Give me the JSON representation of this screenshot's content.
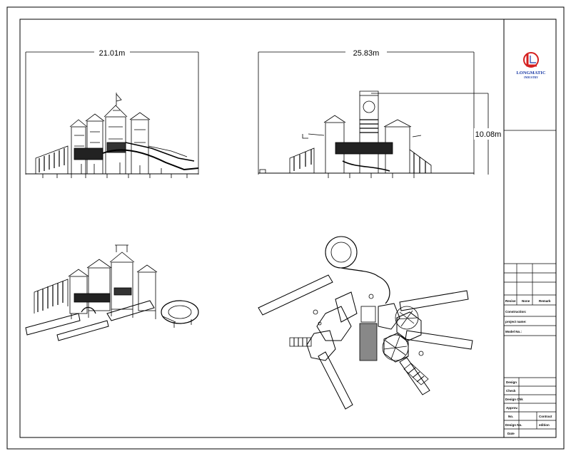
{
  "company": {
    "name": "LONGMATIC",
    "tagline": "INDUSTRY",
    "brand_red": "#d42020",
    "brand_blue": "#1a3aa6"
  },
  "views": {
    "front_width": "21.01m",
    "side_width": "25.83m",
    "height": "10.08m"
  },
  "title_block": {
    "revise": "Revise",
    "none": "None",
    "remark": "Remark",
    "construction": "Construction:",
    "project_name": "project name:",
    "model_no": "Model No.:",
    "design": "Design",
    "check": "Check",
    "design_chk": "Design Chk",
    "approv": "Approv.",
    "no": "No.",
    "contract": "Contract",
    "design_no": "Design No.",
    "edition": "edition",
    "date": "Date"
  },
  "colors": {
    "line": "#000000",
    "fill_dark": "#333333",
    "fill_gray": "#888888"
  }
}
